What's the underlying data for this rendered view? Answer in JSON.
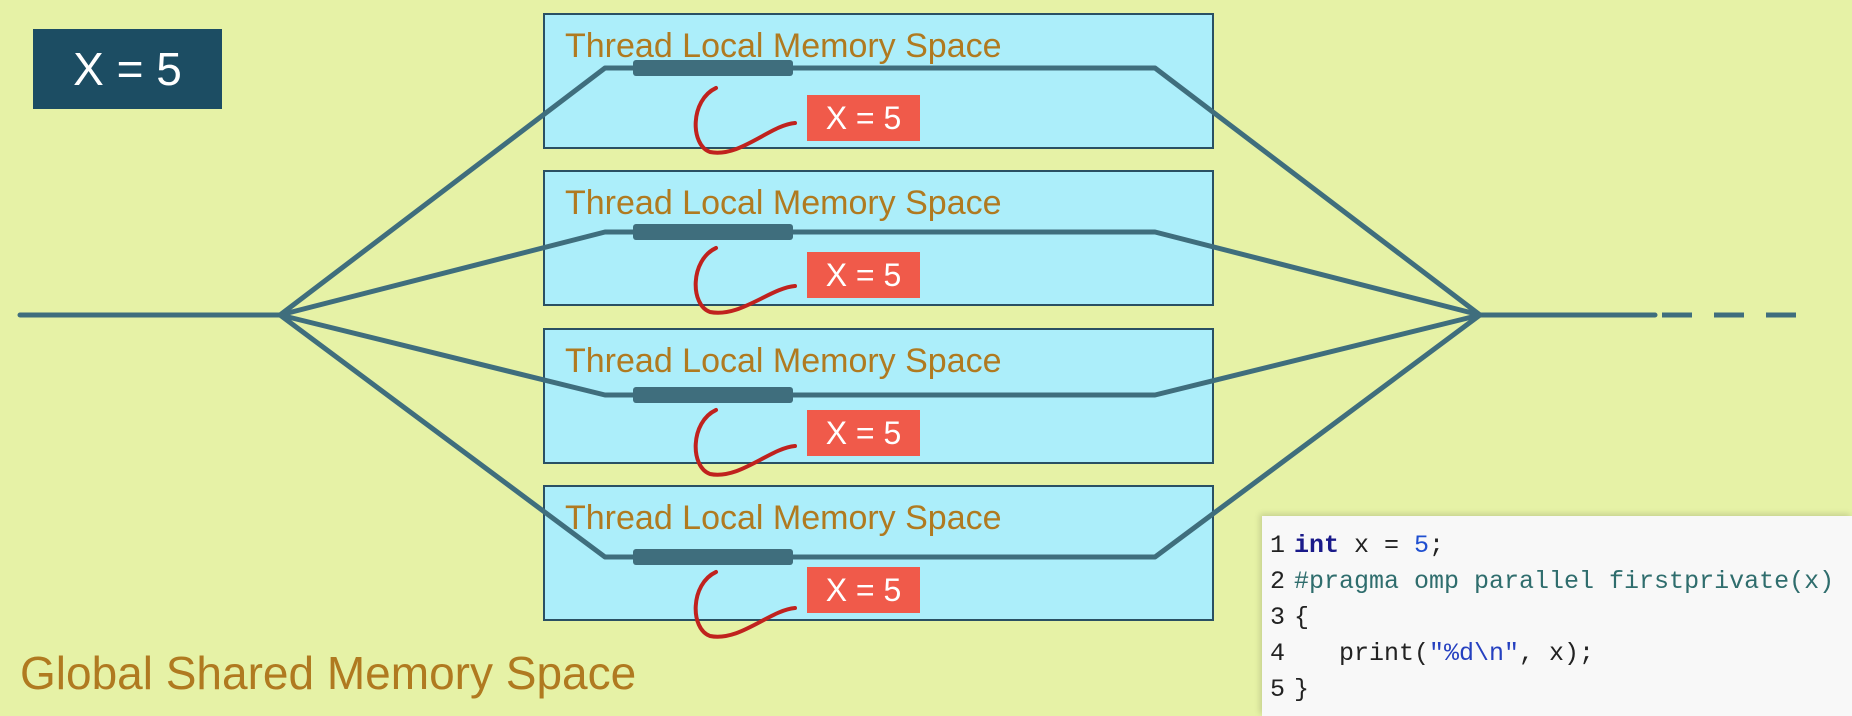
{
  "global_variable": {
    "label": "X = 5"
  },
  "threads": [
    {
      "title": "Thread Local Memory Space",
      "value": "X = 5"
    },
    {
      "title": "Thread Local Memory Space",
      "value": "X = 5"
    },
    {
      "title": "Thread Local Memory Space",
      "value": "X = 5"
    },
    {
      "title": "Thread Local Memory Space",
      "value": "X = 5"
    }
  ],
  "global_space_label": "Global Shared Memory Space",
  "code": {
    "lines": [
      {
        "num": "1",
        "kw": "int",
        "rest1": " x = ",
        "number": "5",
        "rest2": ";"
      },
      {
        "num": "2",
        "pre": "#pragma omp parallel firstprivate(x)"
      },
      {
        "num": "3",
        "text": "{"
      },
      {
        "num": "4",
        "indent": "   print(",
        "string": "\"%d\\n\"",
        "tail": ", x);"
      },
      {
        "num": "5",
        "text": "}"
      }
    ]
  },
  "colors": {
    "background": "#e6f2a6",
    "thread_box": "#aceefa",
    "line": "#3f6e7d",
    "badge_dark": "#1c4d63",
    "badge_red": "#f05a4a",
    "label_text": "#b07a20",
    "curve": "#c0221e"
  }
}
